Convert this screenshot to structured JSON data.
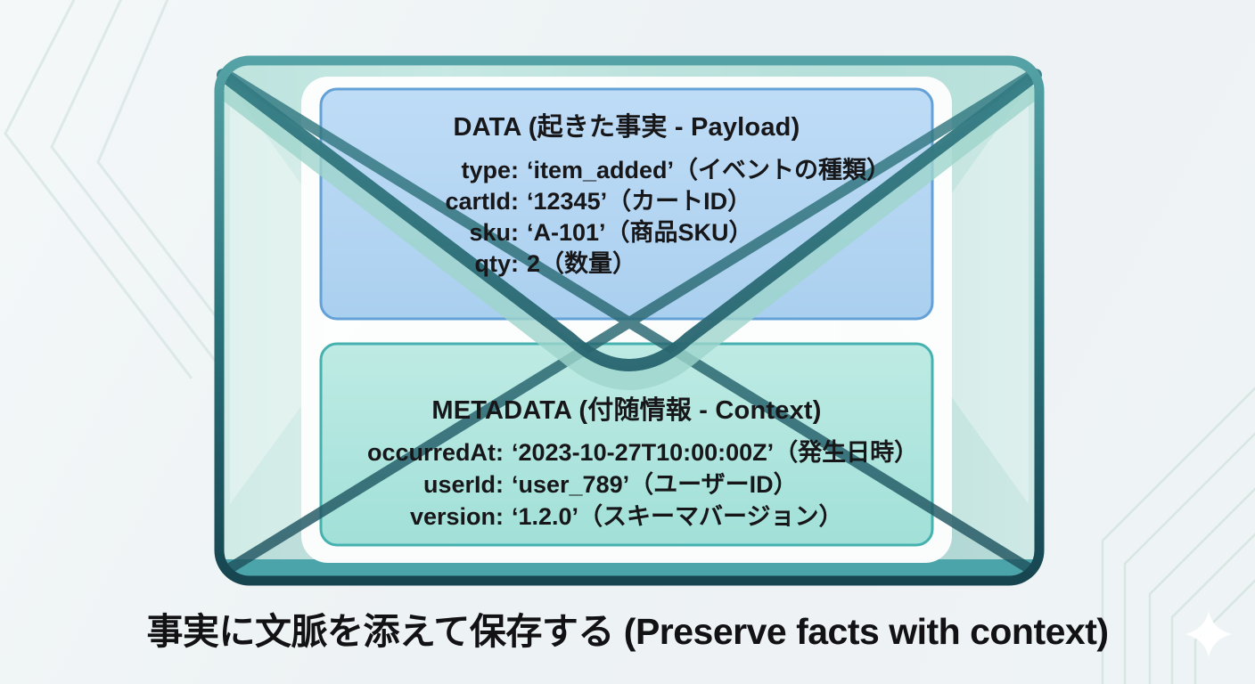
{
  "slide": {
    "caption": "事実に文脈を添えて保存する (Preserve facts with context)"
  },
  "envelope": {
    "data_panel": {
      "title": "DATA (起きた事実 - Payload)",
      "fields": [
        {
          "key": "type:",
          "value": "‘item_added’",
          "note": "（イベントの種類）"
        },
        {
          "key": "cartId:",
          "value": "‘12345’",
          "note": "（カートID）"
        },
        {
          "key": "sku:",
          "value": "‘A-101’",
          "note": "（商品SKU）"
        },
        {
          "key": "qty:",
          "value": "2",
          "note": "（数量）"
        }
      ]
    },
    "metadata_panel": {
      "title": "METADATA (付随情報 - Context)",
      "fields": [
        {
          "key": "occurredAt:",
          "value": "‘2023-10-27T10:00:00Z’",
          "note": "（発生日時）"
        },
        {
          "key": "userId:",
          "value": "‘user_789’",
          "note": "（ユーザーID）"
        },
        {
          "key": "version:",
          "value": "‘1.2.0’",
          "note": "（スキーマバージョン）"
        }
      ]
    }
  },
  "colors": {
    "envelope_outline": "#1d5662",
    "envelope_fill": "#cde9e4",
    "data_panel_fill": "#b3d6f3",
    "data_panel_border": "#5f9fd6",
    "metadata_panel_fill": "#abe6de",
    "metadata_panel_border": "#40b0ad",
    "background": "#eef2f4",
    "text": "#17171a"
  }
}
